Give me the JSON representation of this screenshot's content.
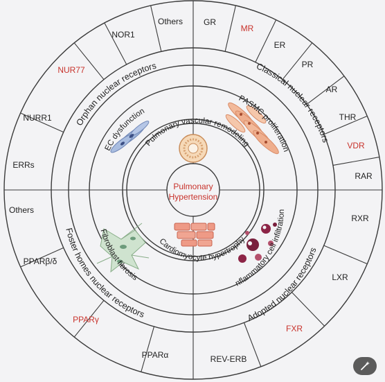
{
  "center": {
    "line1": "Pulmonary",
    "line2": "Hypertension"
  },
  "inner_ring": [
    {
      "id": "pvr",
      "text": "Pulmonary vascular remodeling"
    },
    {
      "id": "ch",
      "text": "Cardiomyocyte hypertrophy"
    }
  ],
  "quadrants": [
    {
      "id": "ec",
      "text": "EC dysfunction"
    },
    {
      "id": "pasmc",
      "text": "PASMC proliferation"
    },
    {
      "id": "fib",
      "text": "Fibroblast fibrosis"
    },
    {
      "id": "icf",
      "text": "inflammatory cell infiltration"
    }
  ],
  "categories": [
    {
      "id": "orphan",
      "text": "Orphan nuclear receptors"
    },
    {
      "id": "classical",
      "text": "Classical nuclear receptors"
    },
    {
      "id": "foster",
      "text": "Foster homes  nuclear receptors"
    },
    {
      "id": "adopted",
      "text": "Adopted nuclear receptors"
    }
  ],
  "receptors": [
    {
      "text": "GR",
      "highlight": false
    },
    {
      "text": "MR",
      "highlight": true
    },
    {
      "text": "ER",
      "highlight": false
    },
    {
      "text": "PR",
      "highlight": false
    },
    {
      "text": "AR",
      "highlight": false
    },
    {
      "text": "THR",
      "highlight": false
    },
    {
      "text": "VDR",
      "highlight": true
    },
    {
      "text": "RAR",
      "highlight": false
    },
    {
      "text": "RXR",
      "highlight": false
    },
    {
      "text": "LXR",
      "highlight": false
    },
    {
      "text": "FXR",
      "highlight": true
    },
    {
      "text": "REV-ERB",
      "highlight": false
    },
    {
      "text": "PPARα",
      "highlight": false
    },
    {
      "text": "PPARγ",
      "highlight": true
    },
    {
      "text": "PPARβ/δ",
      "highlight": false
    },
    {
      "text": "Others",
      "highlight": false
    },
    {
      "text": "ERRs",
      "highlight": false
    },
    {
      "text": "NURR1",
      "highlight": false
    },
    {
      "text": "NUR77",
      "highlight": true
    },
    {
      "text": "NOR1",
      "highlight": false
    },
    {
      "text": "Others",
      "highlight": false
    }
  ],
  "colors": {
    "highlight": "#c8322b",
    "text": "#222222",
    "line": "#3a3a3a",
    "background": "#f3f3f5"
  },
  "edit_icon": "magic-wand-icon"
}
